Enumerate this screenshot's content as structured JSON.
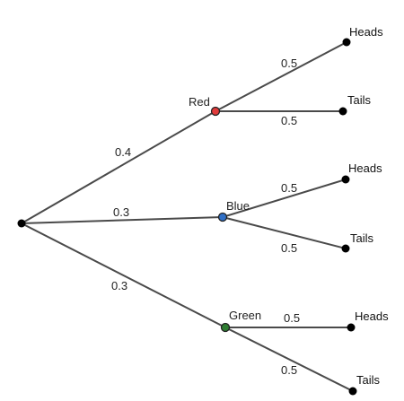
{
  "tree": {
    "root": {
      "color": "#000000"
    },
    "branches": [
      {
        "prob": "0.4",
        "node": {
          "label": "Red",
          "color": "#e03c3c"
        },
        "leaves": [
          {
            "label": "Heads",
            "prob": "0.5"
          },
          {
            "label": "Tails",
            "prob": "0.5"
          }
        ]
      },
      {
        "prob": "0.3",
        "node": {
          "label": "Blue",
          "color": "#2f6fc6"
        },
        "leaves": [
          {
            "label": "Heads",
            "prob": "0.5"
          },
          {
            "label": "Tails",
            "prob": "0.5"
          }
        ]
      },
      {
        "prob": "0.3",
        "node": {
          "label": "Green",
          "color": "#2e7d32"
        },
        "leaves": [
          {
            "label": "Heads",
            "prob": "0.5"
          },
          {
            "label": "Tails",
            "prob": "0.5"
          }
        ]
      }
    ]
  }
}
